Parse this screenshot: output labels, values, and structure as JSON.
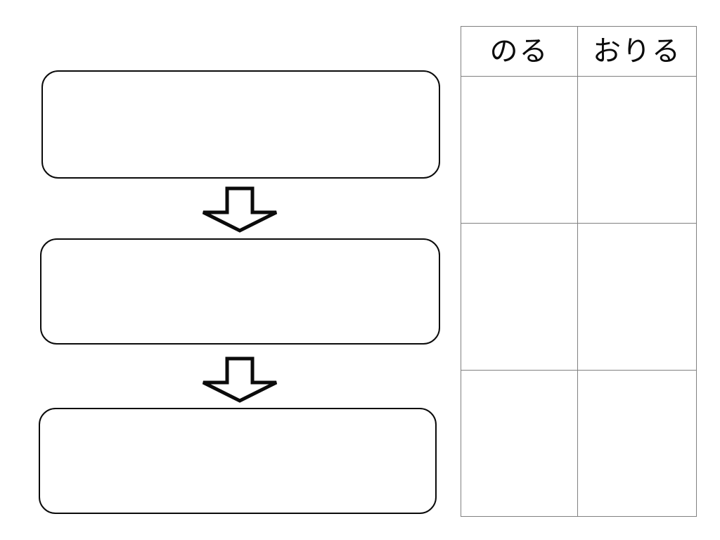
{
  "page": {
    "background_color": "#ffffff",
    "ink_color": "#0b0b0b",
    "table_line_color": "#808080",
    "title": ""
  },
  "flow": {
    "boxes": [
      {
        "label": "",
        "text": ""
      },
      {
        "label": "",
        "text": ""
      },
      {
        "label": "",
        "text": ""
      }
    ],
    "arrows": [
      {
        "direction": "down",
        "icon": "arrow-down-icon"
      },
      {
        "direction": "down",
        "icon": "arrow-down-icon"
      }
    ]
  },
  "table": {
    "columns": [
      {
        "key": "noru",
        "header": "のる"
      },
      {
        "key": "oriru",
        "header": "おりる"
      }
    ],
    "rows": [
      {
        "noru": "",
        "oriru": ""
      },
      {
        "noru": "",
        "oriru": ""
      },
      {
        "noru": "",
        "oriru": ""
      }
    ]
  }
}
